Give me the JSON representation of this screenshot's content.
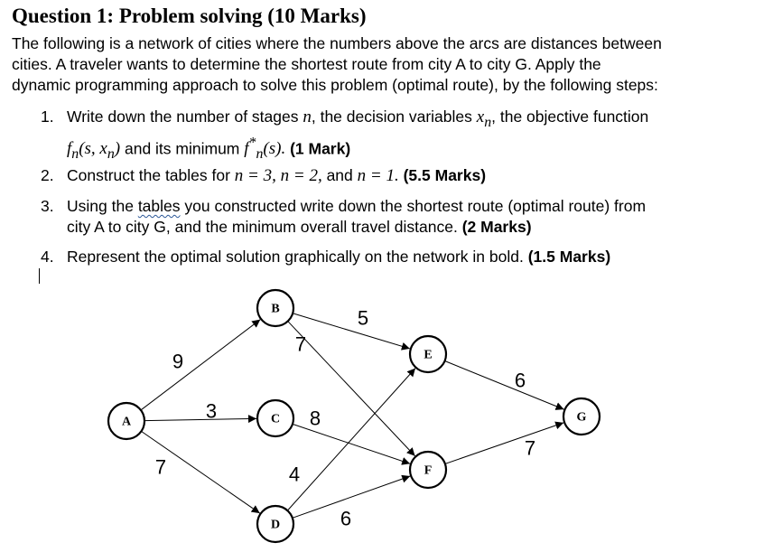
{
  "question": {
    "title": "Question 1: Problem solving (10 Marks)",
    "intro": [
      "The following is a network of cities where the numbers above the arcs are distances between",
      "cities. A traveler wants to determine the shortest route from city A to city G. Apply the",
      "dynamic programming approach to solve this problem (optimal route), by the following steps:"
    ]
  },
  "steps": [
    {
      "num": "1.",
      "t1": "Write down the number of stages",
      "m1": "n",
      "t2": ", the decision variables",
      "m2": "x",
      "m2sub": "n",
      "t3": ", the objective function",
      "m3": "f",
      "m3sub": "n",
      "m3args": "(s, x",
      "m3args_sub": "n",
      "m3close": ")",
      "t4": "and its minimum",
      "m4": "f",
      "m4sup": "*",
      "m4sub": "n",
      "m4args": "(s).",
      "marks": "(1 Mark)"
    },
    {
      "num": "2.",
      "t1": "Construct the tables for",
      "eq1": "n = 3, n = 2,",
      "t2": "and",
      "eq2": "n = 1.",
      "marks": "(5.5 Marks)"
    },
    {
      "num": "3.",
      "t1": "Using the",
      "t_tables": "tables",
      "t2": "you constructed write down the shortest route (optimal route) from",
      "line2": "city A to city G, and the minimum overall travel distance.",
      "marks": "(2 Marks)"
    },
    {
      "num": "4.",
      "text": "Represent the optimal solution graphically on the network in bold.",
      "marks": "(1.5 Marks)"
    }
  ],
  "network": {
    "nodes": [
      {
        "id": "A",
        "label": "A"
      },
      {
        "id": "B",
        "label": "B"
      },
      {
        "id": "C",
        "label": "C"
      },
      {
        "id": "D",
        "label": "D"
      },
      {
        "id": "E",
        "label": "E"
      },
      {
        "id": "F",
        "label": "F"
      },
      {
        "id": "G",
        "label": "G"
      }
    ],
    "edges": [
      {
        "from": "A",
        "to": "B",
        "weight": "9"
      },
      {
        "from": "A",
        "to": "C",
        "weight": "3"
      },
      {
        "from": "A",
        "to": "D",
        "weight": "7"
      },
      {
        "from": "B",
        "to": "E",
        "weight": "5"
      },
      {
        "from": "B",
        "to": "F",
        "weight": "7"
      },
      {
        "from": "C",
        "to": "F",
        "weight": "8"
      },
      {
        "from": "D",
        "to": "E",
        "weight": "4"
      },
      {
        "from": "D",
        "to": "F",
        "weight": "6"
      },
      {
        "from": "E",
        "to": "G",
        "weight": "6"
      },
      {
        "from": "F",
        "to": "G",
        "weight": "7"
      }
    ]
  }
}
